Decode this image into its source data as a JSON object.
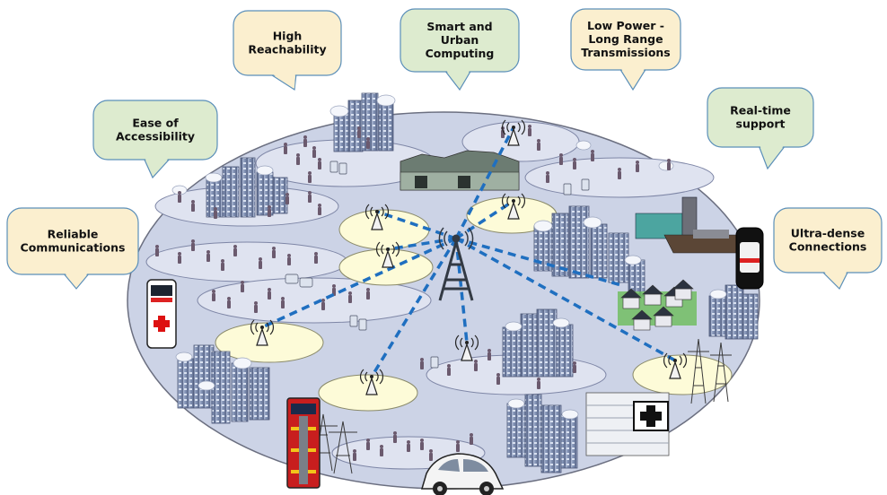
{
  "bubbles": [
    {
      "id": "high-reachability",
      "lines": [
        "High",
        "Reachability"
      ],
      "fill": "#fbefcf",
      "stroke": "#5b8fb9"
    },
    {
      "id": "smart-urban-computing",
      "lines": [
        "Smart and",
        "Urban",
        "Computing"
      ],
      "fill": "#ddebcf",
      "stroke": "#5b8fb9"
    },
    {
      "id": "low-power-long-range",
      "lines": [
        "Low Power -",
        "Long Range",
        "Transmissions"
      ],
      "fill": "#fbefcf",
      "stroke": "#5b8fb9"
    },
    {
      "id": "ease-of-accessibility",
      "lines": [
        "Ease of",
        "Accessibility"
      ],
      "fill": "#ddebcf",
      "stroke": "#5b8fb9"
    },
    {
      "id": "real-time-support",
      "lines": [
        "Real-time",
        "support"
      ],
      "fill": "#ddebcf",
      "stroke": "#5b8fb9"
    },
    {
      "id": "reliable-communications",
      "lines": [
        "Reliable",
        "Communications"
      ],
      "fill": "#fbefcf",
      "stroke": "#5b8fb9"
    },
    {
      "id": "ultra-dense-connections",
      "lines": [
        "Ultra-dense",
        "Connections"
      ],
      "fill": "#fbefcf",
      "stroke": "#5b8fb9"
    }
  ],
  "colors": {
    "platform_fill": "#ccd3e6",
    "platform_stroke": "#6b6f80",
    "cell_fill": "#dfe3f0",
    "small_cell_fill": "#fdfbd8",
    "link_color": "#1f6fc0",
    "building": "#8797b8",
    "tower": "#333a44"
  },
  "icons": [
    "base-station-tower-icon",
    "small-cell-antenna-icon",
    "skyscraper-icon",
    "factory-icon",
    "hospital-icon",
    "ambulance-icon",
    "fire-truck-icon",
    "police-car-icon",
    "car-icon",
    "power-pylon-icon",
    "house-icon",
    "person-icon",
    "phone-icon"
  ]
}
